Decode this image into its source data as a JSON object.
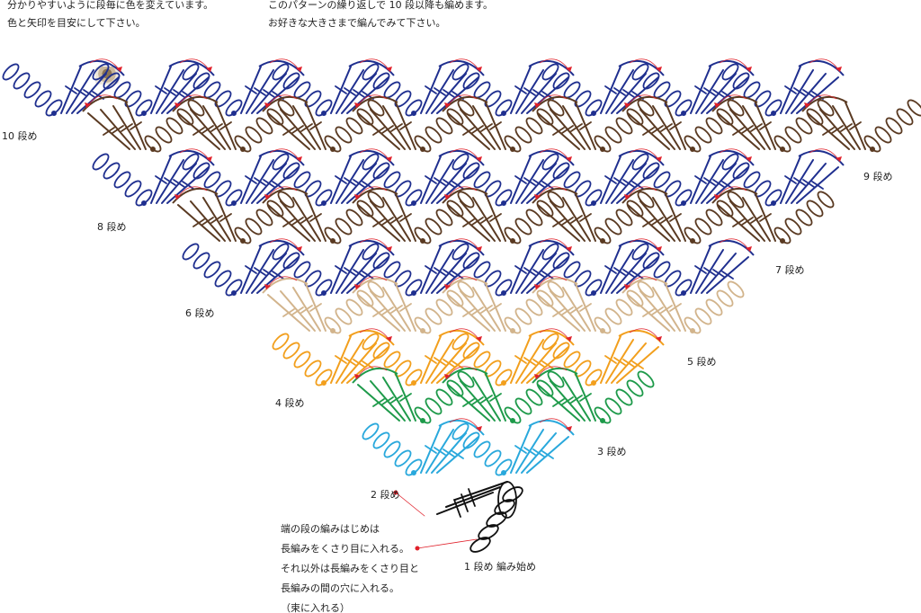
{
  "notes": {
    "left_line1": "分かりやすいように段毎に色を変えています。",
    "left_line2": "色と矢印を目安にして下さい。",
    "right_line1": "このパターンの繰り返しで 10 段以降も編めます。",
    "right_line2": "お好きな大きさまで編んでみて下さい。"
  },
  "row_labels": {
    "r1": "1 段め",
    "r1_suffix": "編み始め",
    "r2": "2 段め",
    "r3": "3 段め",
    "r4": "4 段め",
    "r5": "5 段め",
    "r6": "6 段め",
    "r7": "7 段め",
    "r8": "8 段め",
    "r9": "9 段め",
    "r10": "10 段め"
  },
  "instructions": [
    "端の段の編みはじめは",
    "長編みをくさり目に入れる。",
    "それ以外は長編みをくさり目と",
    "長編みの間の穴に入れる。",
    "（束に入れる）"
  ],
  "colors": {
    "row1": "#111111",
    "row2": "#29a8dc",
    "row3": "#1e9a4a",
    "row4": "#f29f1d",
    "row5": "#d2b48c",
    "row6": "#1f2f8f",
    "row7": "#5a3a22",
    "row8": "#1f2f8f",
    "row9": "#5a3a22",
    "row10": "#1f2f8f",
    "arrow": "#e0202a"
  },
  "icons": [
    "logo-badge"
  ]
}
